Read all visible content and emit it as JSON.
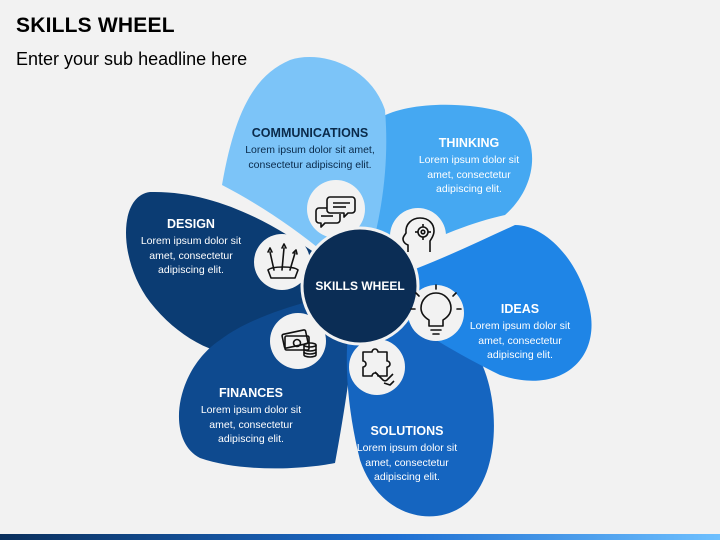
{
  "header": {
    "title": "SKILLS WHEEL",
    "subtitle": "Enter your sub headline here"
  },
  "center": {
    "label": "SKILLS WHEEL"
  },
  "segments": [
    {
      "id": "communications",
      "title": "COMMUNICATIONS",
      "body": "Lorem ipsum dolor sit amet, consectetur adipiscing elit.",
      "color": "#7cc4f8",
      "icon": "chat-bubbles-icon"
    },
    {
      "id": "thinking",
      "title": "THINKING",
      "body": "Lorem ipsum dolor sit amet, consectetur adipiscing elit.",
      "color": "#45a8f2",
      "icon": "head-gears-icon"
    },
    {
      "id": "ideas",
      "title": "IDEAS",
      "body": "Lorem ipsum dolor sit amet, consectetur adipiscing elit.",
      "color": "#1f85e6",
      "icon": "lightbulb-icon"
    },
    {
      "id": "solutions",
      "title": "SOLUTIONS",
      "body": "Lorem ipsum dolor sit amet, consectetur adipiscing elit.",
      "color": "#1565c0",
      "icon": "puzzle-icon"
    },
    {
      "id": "finances",
      "title": "FINANCES",
      "body": "Lorem ipsum dolor sit amet, consectetur adipiscing elit.",
      "color": "#0e4a8f",
      "icon": "money-coins-icon"
    },
    {
      "id": "design",
      "title": "DESIGN",
      "body": "Lorem ipsum dolor sit amet, consectetur adipiscing elit.",
      "color": "#0b3c73",
      "icon": "design-tools-icon"
    }
  ],
  "colors": {
    "center": "#0b2d55",
    "background": "#f2f2f2"
  }
}
